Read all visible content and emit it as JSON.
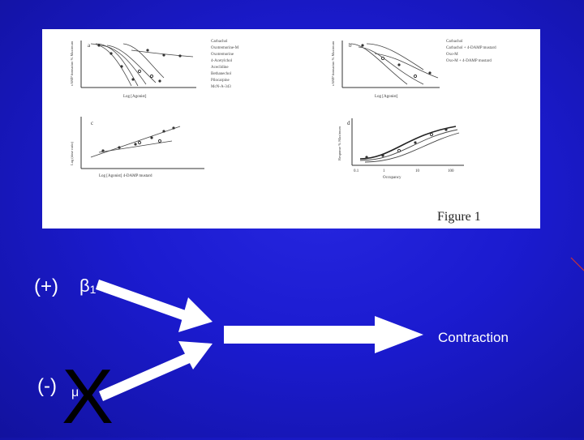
{
  "figure": {
    "caption": "Figure 1",
    "panel_a": {
      "letter": "a",
      "xlabel": "Log [Agonist]",
      "ylabel": "cAMP formation % Maximum",
      "legend": [
        "Carbachol",
        "Oxotremorine-M",
        "Oxotremorine",
        "4-Acetylchol",
        "Aceclidine",
        "Bethanechol",
        "Pilocarpine",
        "McN-A-343"
      ]
    },
    "panel_b": {
      "letter": "b",
      "xlabel": "Log [Agonist]",
      "ylabel": "cAMP formation % Maximum",
      "legend": [
        "Carbachol",
        "Carbachol + 4-DAMP mustard",
        "Oxo-M",
        "Oxo-M + 4-DAMP mustard"
      ]
    },
    "panel_c": {
      "letter": "c",
      "xlabel": "Log [Agonist] 4-DAMP mustard",
      "ylabel": "Log (dose ratio)"
    },
    "panel_d": {
      "letter": "d",
      "xlabel": "Occupancy",
      "ylabel": "Response % Maximum",
      "ticks": [
        "0.1",
        "1",
        "10",
        "100"
      ]
    }
  },
  "diagram": {
    "plus": "(+)",
    "beta": "β",
    "beta_sub": "1",
    "minus": "(-)",
    "mu": "μ",
    "x_mark": "X",
    "result": "Contraction",
    "colors": {
      "background": "#1a1acc",
      "arrow": "#ffffff",
      "text": "#ffffff",
      "x_mark": "#000000"
    }
  }
}
